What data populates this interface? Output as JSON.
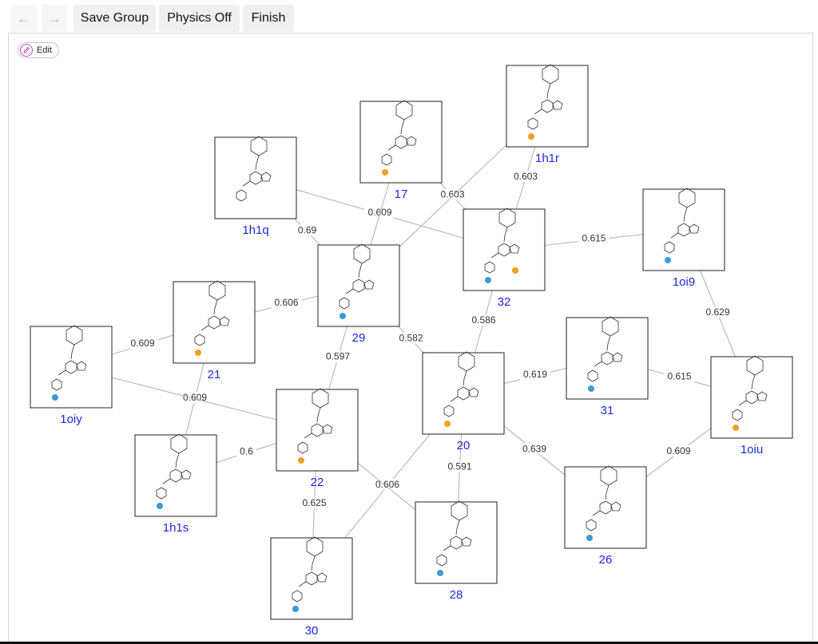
{
  "toolbar": {
    "back_label": "←",
    "forward_label": "→",
    "save_group_label": "Save Group",
    "physics_label": "Physics Off",
    "finish_label": "Finish"
  },
  "edit_button": {
    "label": "Edit",
    "icon": "pencil-icon"
  },
  "colors": {
    "node_label": "#1a28e0",
    "edge": "#b0b0b0",
    "highlight_orange": "#f0a020",
    "highlight_blue": "#3a9ad8"
  },
  "graph": {
    "nodes": [
      {
        "id": "1h1q",
        "label": "1h1q",
        "highlight": "none"
      },
      {
        "id": "17",
        "label": "17",
        "highlight": "orange"
      },
      {
        "id": "1h1r",
        "label": "1h1r",
        "highlight": "orange"
      },
      {
        "id": "32",
        "label": "32",
        "highlight": "both"
      },
      {
        "id": "1oi9",
        "label": "1oi9",
        "highlight": "blue"
      },
      {
        "id": "29",
        "label": "29",
        "highlight": "blue"
      },
      {
        "id": "21",
        "label": "21",
        "highlight": "orange"
      },
      {
        "id": "1oiy",
        "label": "1oiy",
        "highlight": "blue"
      },
      {
        "id": "20",
        "label": "20",
        "highlight": "orange"
      },
      {
        "id": "31",
        "label": "31",
        "highlight": "blue"
      },
      {
        "id": "1oiu",
        "label": "1oiu",
        "highlight": "orange"
      },
      {
        "id": "22",
        "label": "22",
        "highlight": "orange"
      },
      {
        "id": "1h1s",
        "label": "1h1s",
        "highlight": "blue"
      },
      {
        "id": "26",
        "label": "26",
        "highlight": "blue"
      },
      {
        "id": "28",
        "label": "28",
        "highlight": "blue"
      },
      {
        "id": "30",
        "label": "30",
        "highlight": "blue"
      }
    ],
    "edges": [
      {
        "from": "1h1q",
        "to": "29",
        "label": "0.69"
      },
      {
        "from": "1h1q",
        "to": "32",
        "label": "0.609"
      },
      {
        "from": "17",
        "to": "29",
        "label": ""
      },
      {
        "from": "17",
        "to": "32",
        "label": "0.603"
      },
      {
        "from": "1h1r",
        "to": "32",
        "label": "0.603"
      },
      {
        "from": "1h1r",
        "to": "29",
        "label": ""
      },
      {
        "from": "32",
        "to": "1oi9",
        "label": "0.615"
      },
      {
        "from": "32",
        "to": "20",
        "label": "0.586"
      },
      {
        "from": "1oi9",
        "to": "1oiu",
        "label": "0.629"
      },
      {
        "from": "29",
        "to": "21",
        "label": "0.606"
      },
      {
        "from": "29",
        "to": "20",
        "label": "0.582"
      },
      {
        "from": "29",
        "to": "22",
        "label": "0.597"
      },
      {
        "from": "21",
        "to": "1oiy",
        "label": "0.609"
      },
      {
        "from": "21",
        "to": "1h1s",
        "label": "0.609"
      },
      {
        "from": "1oiy",
        "to": "22",
        "label": ""
      },
      {
        "from": "20",
        "to": "31",
        "label": "0.619"
      },
      {
        "from": "20",
        "to": "26",
        "label": "0.639"
      },
      {
        "from": "20",
        "to": "28",
        "label": "0.591"
      },
      {
        "from": "20",
        "to": "30",
        "label": "0.606"
      },
      {
        "from": "31",
        "to": "1oiu",
        "label": "0.615"
      },
      {
        "from": "26",
        "to": "1oiu",
        "label": "0.609"
      },
      {
        "from": "22",
        "to": "1h1s",
        "label": "0.6"
      },
      {
        "from": "22",
        "to": "30",
        "label": "0.625"
      },
      {
        "from": "22",
        "to": "28",
        "label": ""
      }
    ]
  }
}
